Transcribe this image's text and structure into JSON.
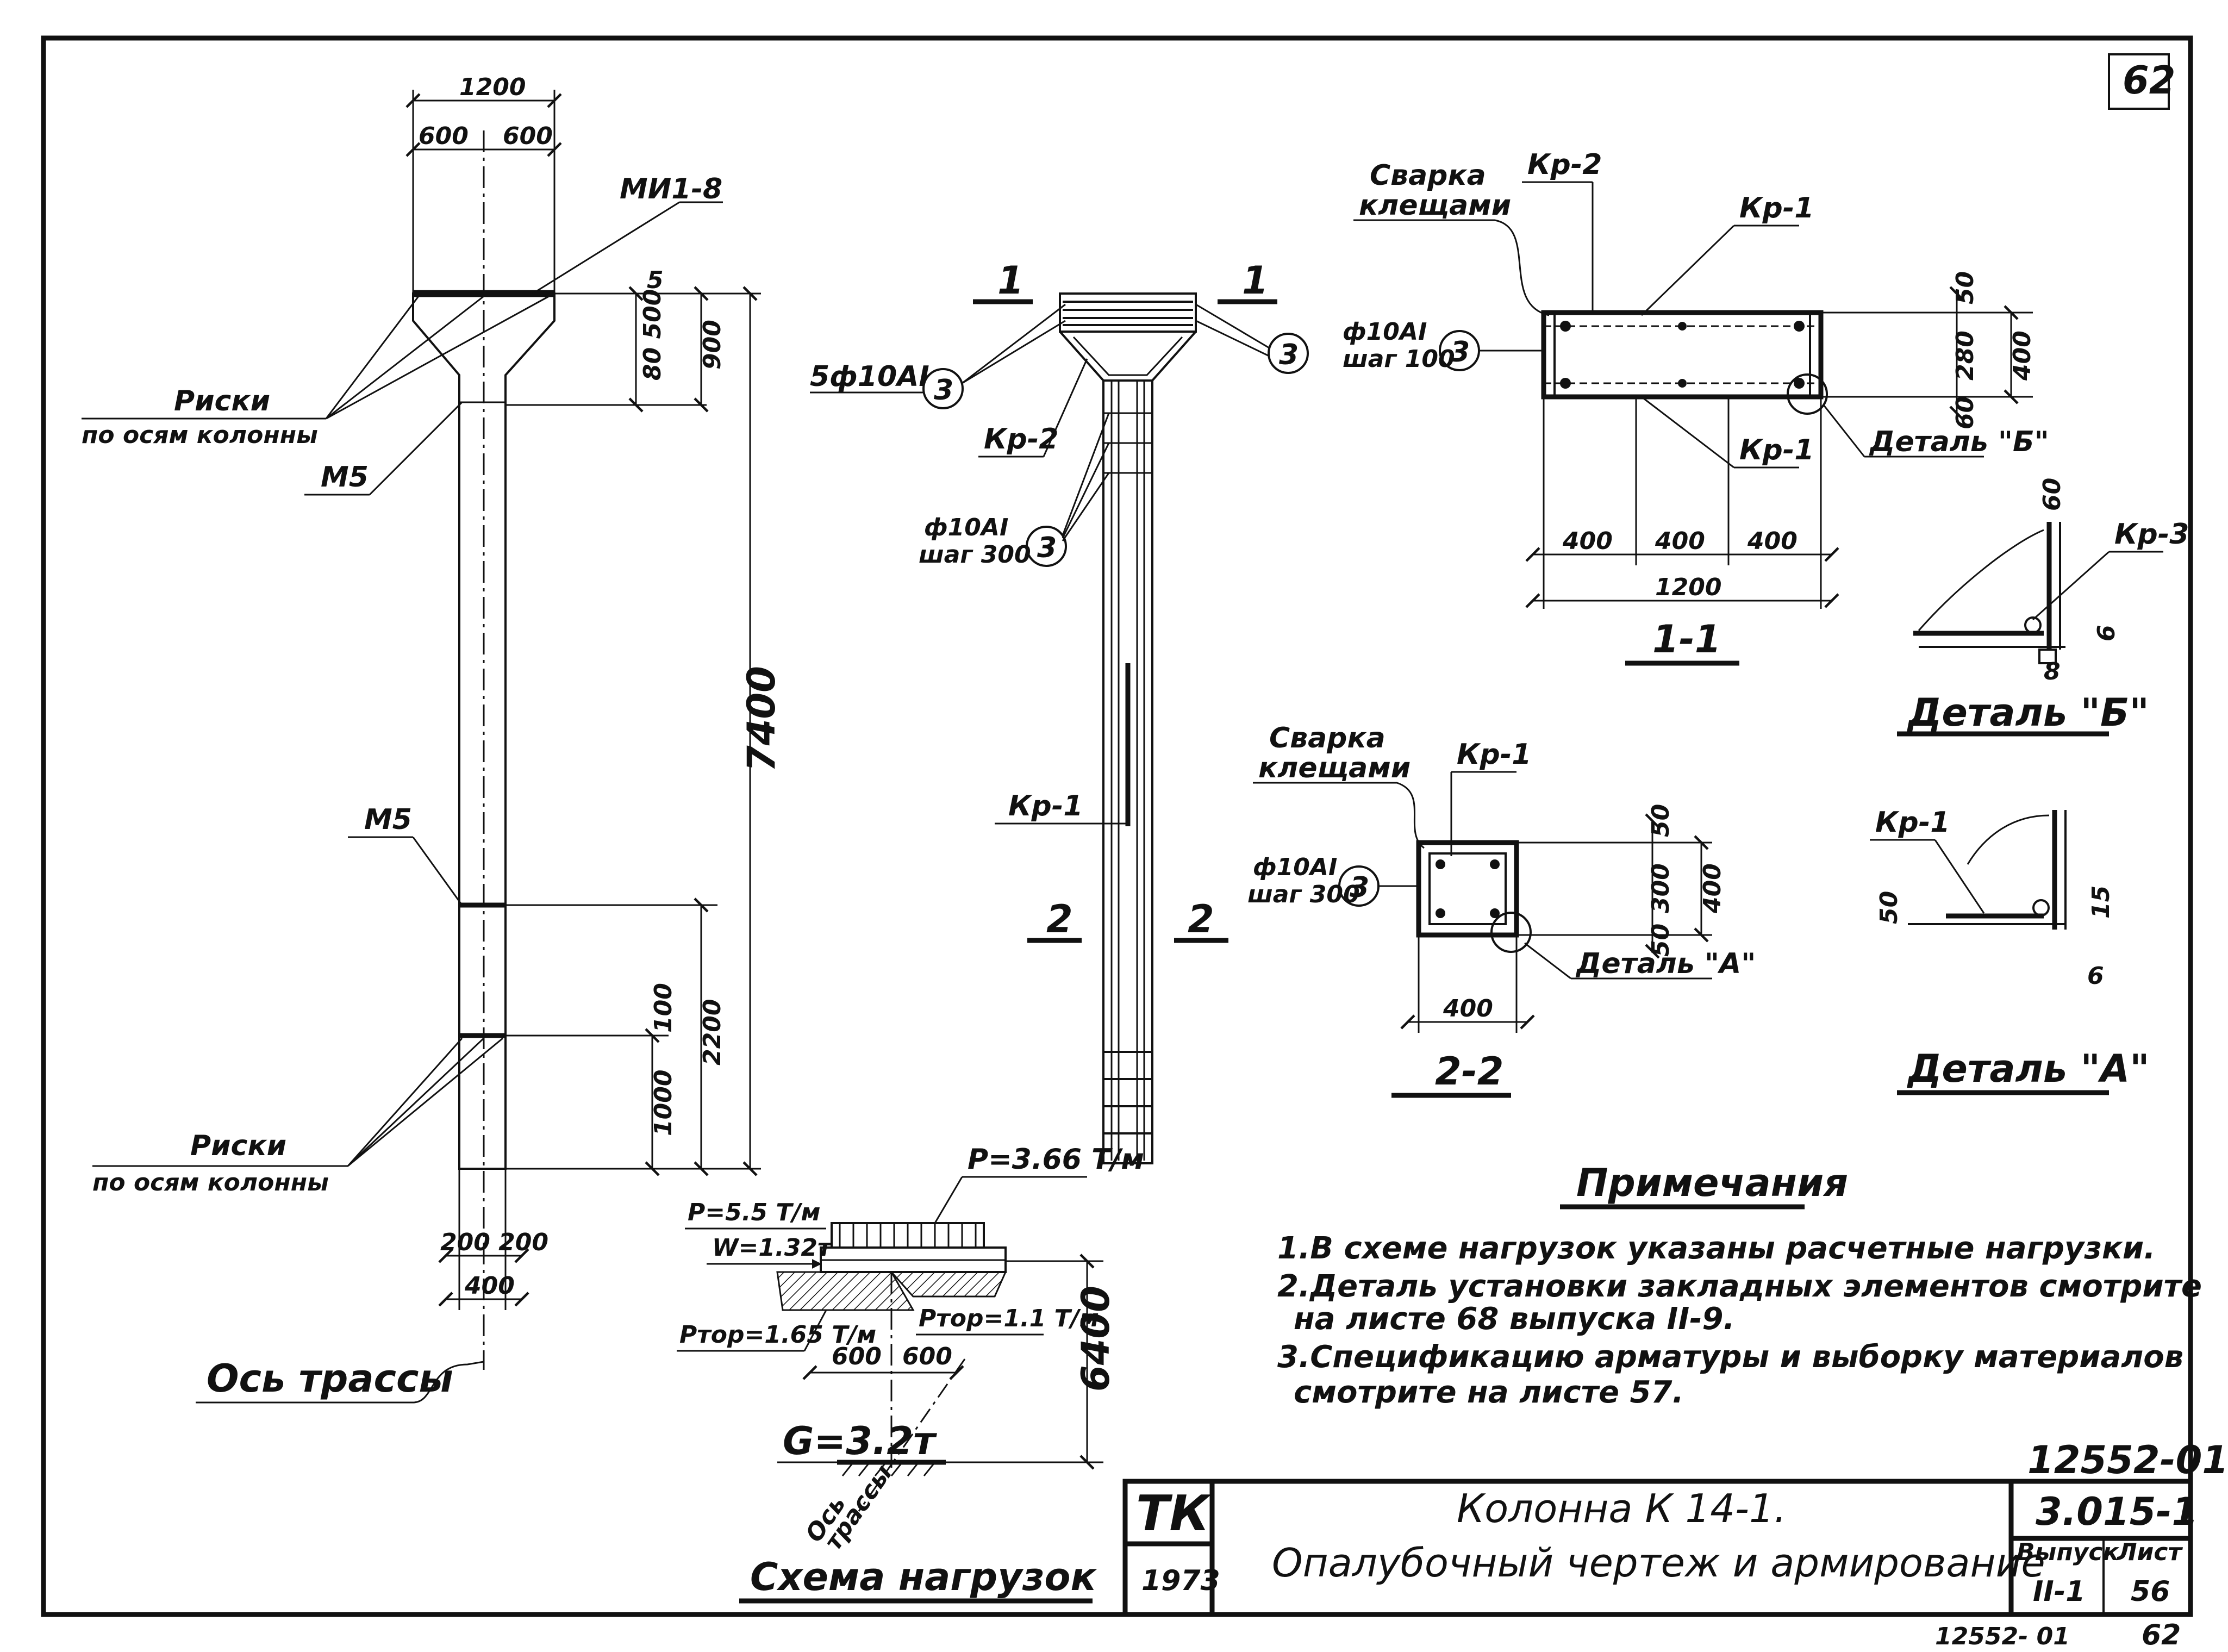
{
  "sheet_number_top": "62",
  "sheet_number_bottom": "62",
  "stamp_bottom": "12552- 01",
  "elevation": {
    "dim_total_width": "1200",
    "dim_half_left": "600",
    "dim_half_right": "600",
    "label_embed_top": "МИ1-8",
    "label_risks_1": "Риски",
    "label_risks_2": "по осям колонны",
    "label_m5_top": "М5",
    "label_m5_mid": "М5",
    "label_risks_lower_1": "Риски",
    "label_risks_lower_2": "по осям колонны",
    "dim_5": "5",
    "dim_80_500": "80 500",
    "dim_900": "900",
    "dim_7400": "7400",
    "dim_100": "100",
    "dim_2200": "2200",
    "dim_1000": "1000",
    "dim_200_200": "200 200",
    "dim_400": "400",
    "label_axis": "Ось трассы"
  },
  "reinforcement": {
    "section_mark_1": "1",
    "bar_label_5": "5ф10АI",
    "bar_callout": "3",
    "frame_kp2": "Кр-2",
    "bar_label_step300_1": "ф10АI",
    "bar_label_step300_2": "шаг 300",
    "frame_kp1": "Кр-1",
    "section_mark_2": "2"
  },
  "section_1_1": {
    "weld_1": "Сварка",
    "weld_2": "клещами",
    "kp2": "Кр-2",
    "kp1_top": "Кр-1",
    "kp1_bottom": "Кр-1",
    "bar_1": "ф10АI",
    "bar_2": "шаг 100",
    "callout": "3",
    "dim_50": "50",
    "dim_280": "280",
    "dim_400": "400",
    "dim_60": "60",
    "dim_400_a": "400",
    "dim_400_b": "400",
    "dim_400_c": "400",
    "dim_1200": "1200",
    "detail_ref": "Деталь \"Б\"",
    "title": "1-1"
  },
  "detail_b": {
    "dim_60": "60",
    "kp3": "Кр-3",
    "dim_6": "6",
    "dim_8": "8",
    "title": "Деталь \"Б\""
  },
  "section_2_2": {
    "weld_1": "Сварка",
    "weld_2": "клещами",
    "kp1": "Кр-1",
    "bar_1": "ф10АI",
    "bar_2": "шаг 300",
    "callout": "3",
    "dim_50_top": "50",
    "dim_300": "300",
    "dim_400_v": "400",
    "dim_50_bot": "50",
    "dim_400_h": "400",
    "detail_ref": "Деталь \"А\"",
    "title": "2-2"
  },
  "detail_a": {
    "kp1": "Кр-1",
    "dim_50": "50",
    "dim_15": "15",
    "dim_6": "6",
    "title": "Деталь \"А\""
  },
  "loads": {
    "p_top": "P=3.66 Т/м",
    "p_left": "P=5.5 Т/м",
    "w": "W=1.32т",
    "p_bottom_left": "Pтор=1.65 Т/м",
    "p_bottom_right": "Pтор=1.1 Т/м",
    "dim_600_l": "600",
    "dim_600_r": "600",
    "dim_6400": "6400",
    "g": "G=3.2т",
    "axis_1": "Ось",
    "axis_2": "трассы",
    "title": "Схема нагрузок"
  },
  "notes": {
    "heading": "Примечания",
    "lines": [
      "1.В схеме нагрузок указаны расчетные нагрузки.",
      "2.Деталь установки закладных элементов смотрите",
      "на листе 68 выпуска II-9.",
      "3.Спецификацию арматуры и выборку материалов",
      "смотрите на листе 57."
    ]
  },
  "title_block": {
    "doc_code": "12552-01",
    "logo": "ТК",
    "year": "1973",
    "title_1": "Колонна К 14-1.",
    "title_2": "Опалубочный чертеж и армирование",
    "series": "3.015-1",
    "issue_label": "Выпуск",
    "issue_value": "II-1",
    "sheet_label": "Лист",
    "sheet_value": "56"
  }
}
